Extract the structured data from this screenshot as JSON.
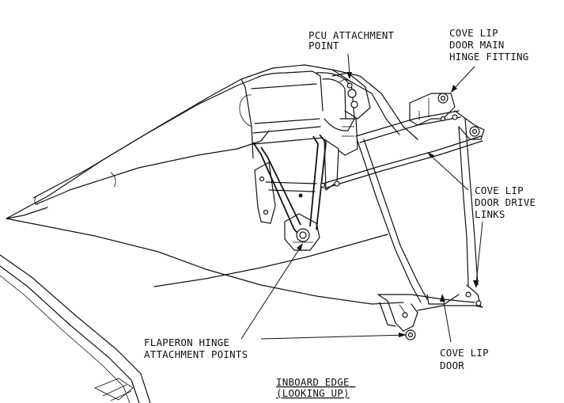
{
  "labels": {
    "pcu_attachment": [
      "PCU ATTACHMENT",
      "POINT"
    ],
    "cove_lip_main_hinge": [
      "COVE LIP",
      "DOOR MAIN",
      "HINGE FITTING"
    ],
    "cove_lip_drive_links": [
      "COVE LIP",
      "DOOR DRIVE",
      "LINKS"
    ],
    "flaperon_hinge": [
      "FLAPERON HINGE",
      "ATTACHMENT POINTS"
    ],
    "cove_lip_door": [
      "COVE LIP",
      "DOOR"
    ]
  },
  "caption": {
    "line1": "INBOARD EDGE",
    "line2": "(LOOKING UP)"
  }
}
